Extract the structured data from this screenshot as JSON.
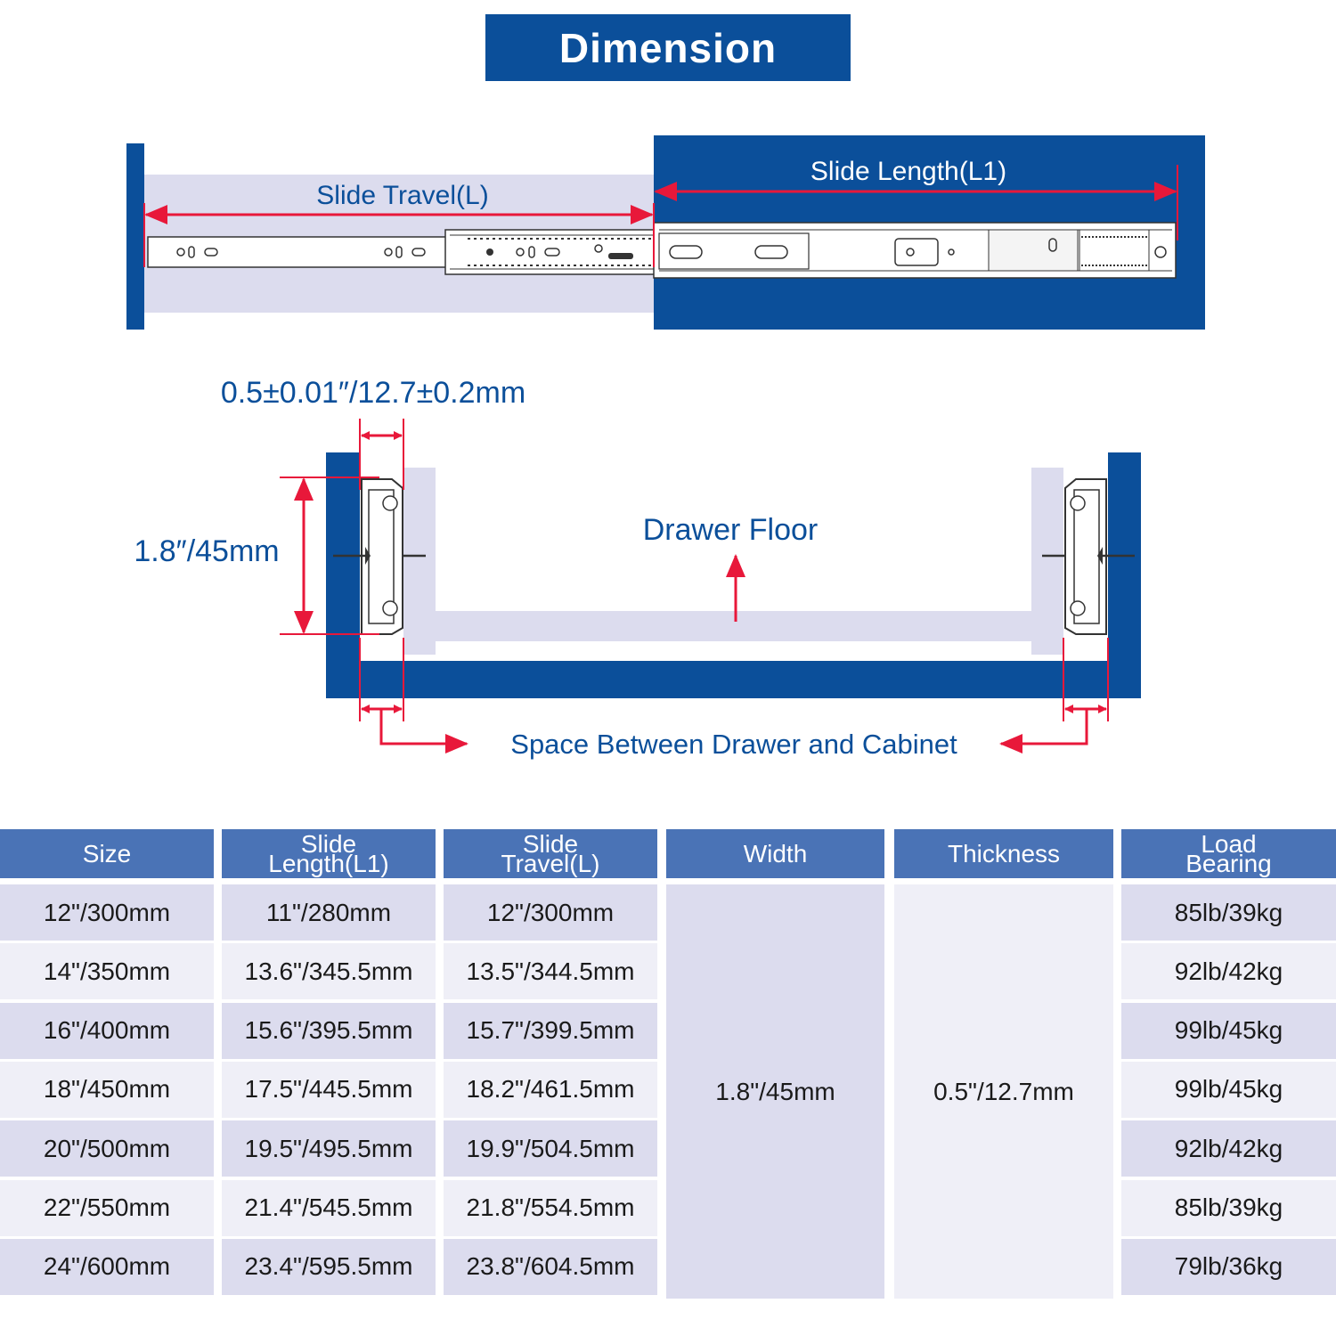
{
  "title": "Dimension",
  "diagram": {
    "slide_travel_label": "Slide Travel(L)",
    "slide_length_label": "Slide Length(L1)",
    "thickness_label": "0.5±0.01″/12.7±0.2mm",
    "height_label": "1.8″/45mm",
    "drawer_floor_label": "Drawer Floor",
    "space_label": "Space Between Drawer and Cabinet"
  },
  "colors": {
    "brand_blue": "#0b4f9a",
    "header_blue": "#4a73b6",
    "arrow_red": "#e8183a",
    "drawer_lavender": "#dcdcee"
  },
  "table": {
    "headers": [
      {
        "line1": "Size",
        "line2": ""
      },
      {
        "line1": "Slide",
        "line2": "Length(L1)"
      },
      {
        "line1": "Slide",
        "line2": "Travel(L)"
      },
      {
        "line1": "Width",
        "line2": ""
      },
      {
        "line1": "Thickness",
        "line2": ""
      },
      {
        "line1": "Load",
        "line2": "Bearing"
      }
    ],
    "rows": [
      {
        "size": "12\"/300mm",
        "length": "11\"/280mm",
        "travel": "12\"/300mm",
        "load": "85lb/39kg"
      },
      {
        "size": "14\"/350mm",
        "length": "13.6\"/345.5mm",
        "travel": "13.5\"/344.5mm",
        "load": "92lb/42kg"
      },
      {
        "size": "16\"/400mm",
        "length": "15.6\"/395.5mm",
        "travel": "15.7\"/399.5mm",
        "load": "99lb/45kg"
      },
      {
        "size": "18\"/450mm",
        "length": "17.5\"/445.5mm",
        "travel": "18.2\"/461.5mm",
        "load": "99lb/45kg"
      },
      {
        "size": "20\"/500mm",
        "length": "19.5\"/495.5mm",
        "travel": "19.9\"/504.5mm",
        "load": "92lb/42kg"
      },
      {
        "size": "22\"/550mm",
        "length": "21.4\"/545.5mm",
        "travel": "21.8\"/554.5mm",
        "load": "85lb/39kg"
      },
      {
        "size": "24\"/600mm",
        "length": "23.4\"/595.5mm",
        "travel": "23.8\"/604.5mm",
        "load": "79lb/36kg"
      }
    ],
    "width_value": "1.8\"/45mm",
    "thickness_value": "0.5\"/12.7mm"
  }
}
